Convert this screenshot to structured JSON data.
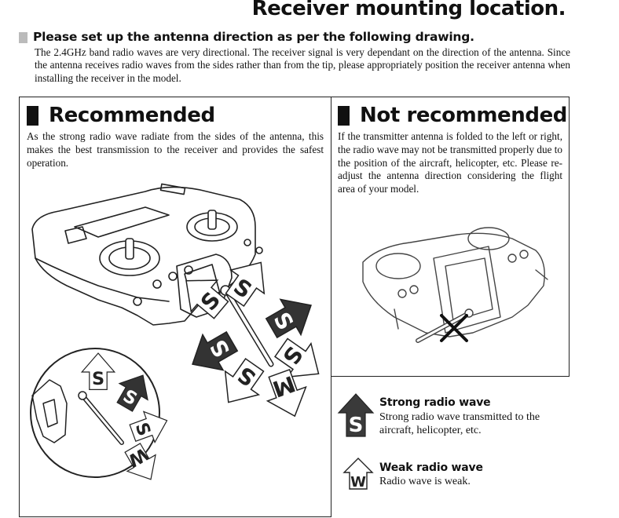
{
  "page": {
    "title": "Receiver mounting location.",
    "section_heading": "Please set up the antenna direction as per the following drawing.",
    "intro": "The 2.4GHz band radio waves are very directional. The receiver signal is very dependant on the direction of the antenna. Since the antenna receives radio waves from the sides rather than from the tip, please appropriately position the receiver antenna when installing the receiver in the model."
  },
  "recommended": {
    "title": "Recommended",
    "description": "As the strong radio wave radiate from the sides of the antenna, this makes the best  transmission to the receiver and provides the safest operation."
  },
  "not_recommended": {
    "title": "Not recommended",
    "description": "If the transmitter antenna is folded to the left or right, the radio wave may not be transmitted properly due to the position of the aircraft, helicopter, etc. Please re-adjust the antenna direction considering the flight area of your model."
  },
  "legend": {
    "strong_title": "Strong radio wave",
    "strong_desc": "Strong radio wave transmitted to the aircraft, helicopter, etc.",
    "weak_title": "Weak radio wave",
    "weak_desc": "Radio wave is weak."
  },
  "arrow_letters": {
    "strong": "S",
    "weak": "W",
    "medium": "M"
  },
  "colors": {
    "text": "#111111",
    "marker_gray": "#bbbbbb",
    "arrow_dark": "#3a3a3a",
    "arrow_light": "#d8d8d8"
  }
}
